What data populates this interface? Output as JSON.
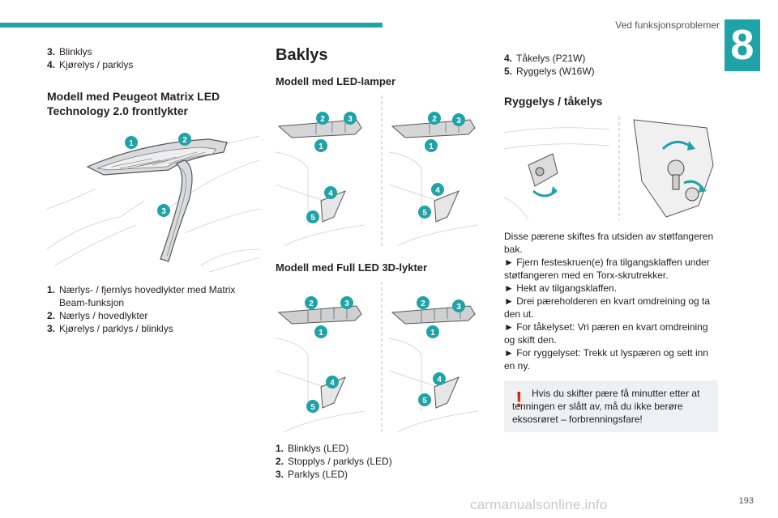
{
  "header": {
    "section_title": "Ved funksjonsproblemer",
    "chapter_number": "8",
    "page_number": "193"
  },
  "col1": {
    "top_list": [
      {
        "num": "3.",
        "text": "Blinklys"
      },
      {
        "num": "4.",
        "text": "Kjørelys / parklys"
      }
    ],
    "heading": "Modell med Peugeot Matrix LED Technology 2.0 frontlykter",
    "figure_callouts": [
      "1",
      "2",
      "3"
    ],
    "legend": [
      {
        "num": "1.",
        "text": "Nærlys- / fjernlys hovedlykter med Matrix Beam-funksjon"
      },
      {
        "num": "2.",
        "text": "Nærlys / hovedlykter"
      },
      {
        "num": "3.",
        "text": "Kjørelys / parklys / blinklys"
      }
    ]
  },
  "col2": {
    "title": "Baklys",
    "sub1": "Modell med LED-lamper",
    "sub2": "Modell med Full LED 3D-lykter",
    "figure_callouts": [
      "1",
      "2",
      "3",
      "4",
      "5"
    ],
    "legend": [
      {
        "num": "1.",
        "text": "Blinklys (LED)"
      },
      {
        "num": "2.",
        "text": "Stopplys / parklys (LED)"
      },
      {
        "num": "3.",
        "text": "Parklys (LED)"
      }
    ]
  },
  "col3": {
    "top_list": [
      {
        "num": "4.",
        "text": "Tåkelys (P21W)"
      },
      {
        "num": "5.",
        "text": "Ryggelys (W16W)"
      }
    ],
    "heading": "Ryggelys / tåkelys",
    "paragraphs": [
      "Disse pærene skiftes fra utsiden av støtfangeren bak.",
      "► Fjern festeskruen(e) fra tilgangsklaffen under støtfangeren med en Torx-skrutrekker.",
      "► Hekt av tilgangsklaffen.",
      "► Drei pæreholderen en kvart omdreining og ta den ut.",
      "► For tåkelyset: Vri pæren en kvart omdreining og skift den.",
      "► For ryggelyset: Trekk ut lyspæren og sett inn en ny."
    ],
    "warning": "Hvis du skifter pære få minutter etter at tenningen er slått av, må du ikke berøre eksosrøret – forbrenningsfare!"
  },
  "watermark": "carmanualsonline.info",
  "colors": {
    "accent": "#1fa3a6",
    "warning": "#e2231a",
    "box_bg": "#eef0f1"
  }
}
